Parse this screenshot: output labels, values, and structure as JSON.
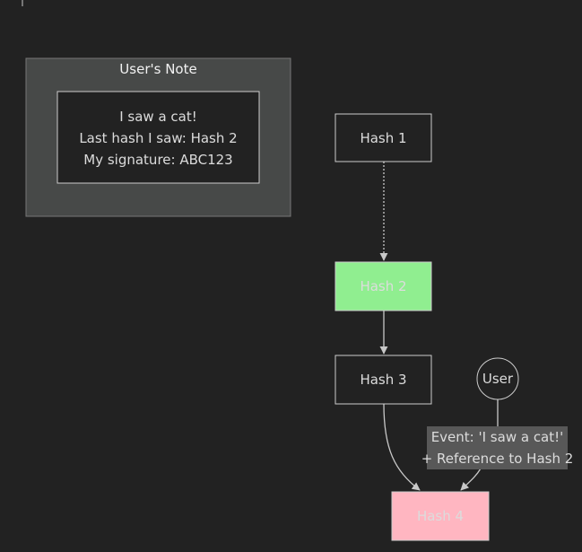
{
  "note": {
    "title": "User's Note",
    "lines": [
      "I saw a cat!",
      "Last hash I saw: Hash 2",
      "My signature: ABC123"
    ]
  },
  "nodes": {
    "hash1": {
      "label": "Hash 1",
      "fill": "#222222"
    },
    "hash2": {
      "label": "Hash 2",
      "fill": "#90ee90"
    },
    "hash3": {
      "label": "Hash 3",
      "fill": "#222222"
    },
    "hash4": {
      "label": "Hash 4",
      "fill": "#ffb6c1"
    },
    "user": {
      "label": "User",
      "fill": "#222222"
    }
  },
  "edge_label": {
    "lines": [
      "Event: 'I saw a cat!'",
      "+ Reference to Hash 2"
    ]
  },
  "colors": {
    "background": "#222222",
    "cluster_fill": "#474948",
    "node_stroke": "#cccccc",
    "edge_label_bg": "#585858",
    "text": "#dcdcdc"
  }
}
